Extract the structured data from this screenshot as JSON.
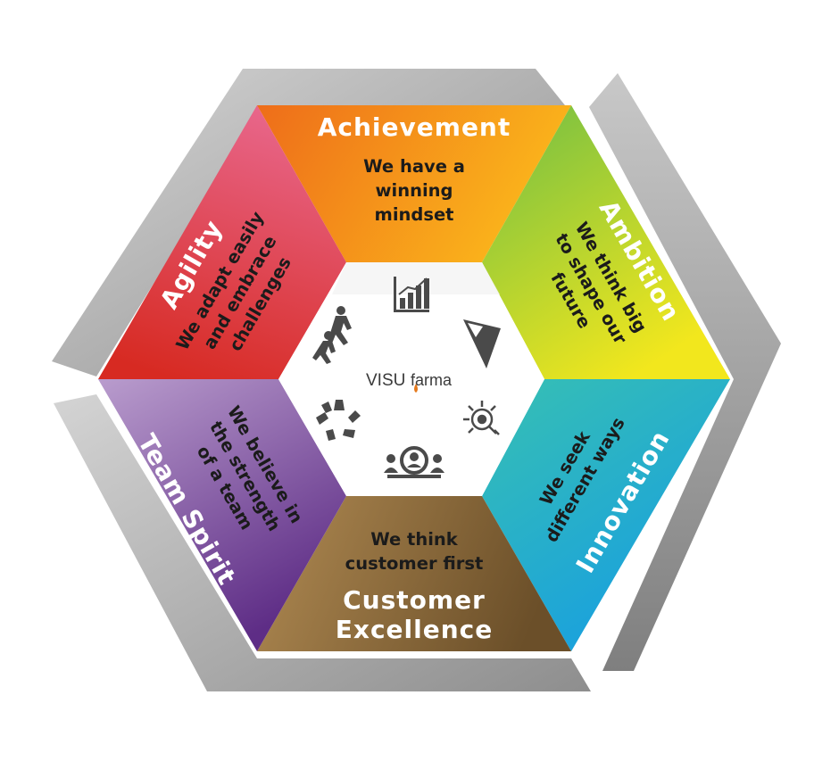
{
  "logo": {
    "part1": "VISU",
    "part2": "farma"
  },
  "segments": {
    "achievement": {
      "title": "Achievement",
      "lines": [
        "We have a",
        "winning",
        "mindset"
      ],
      "icon": "bar-chart-icon",
      "gradient": [
        "#f07a1a",
        "#f9b21b"
      ]
    },
    "ambition": {
      "title": "Ambition",
      "lines": [
        "We think big",
        "to shape our",
        "future"
      ],
      "icon": "mountain-peak-icon",
      "gradient": [
        "#7cc242",
        "#eee81f"
      ]
    },
    "innovation": {
      "title": "Innovation",
      "lines": [
        "We seek",
        "different ways"
      ],
      "icon": "lightbulb-icon",
      "gradient": [
        "#1ba5e1",
        "#35c3b9"
      ]
    },
    "customer_excellence": {
      "title_lines": [
        "Customer",
        "Excellence"
      ],
      "lines": [
        "We think",
        "customer first"
      ],
      "icon": "customer-search-icon",
      "gradient": [
        "#a8844f",
        "#6d512a"
      ]
    },
    "team_spirit": {
      "title": "Team Spirit",
      "lines": [
        "We believe in",
        "the strength",
        "of a team"
      ],
      "icon": "team-hands-icon",
      "gradient": [
        "#b395c9",
        "#6a3790"
      ]
    },
    "agility": {
      "title": "Agility",
      "lines": [
        "We adapt easily",
        "and embrace",
        "challenges"
      ],
      "icon": "climbers-icon",
      "gradient": [
        "#e8607c",
        "#d92a2b"
      ]
    }
  }
}
